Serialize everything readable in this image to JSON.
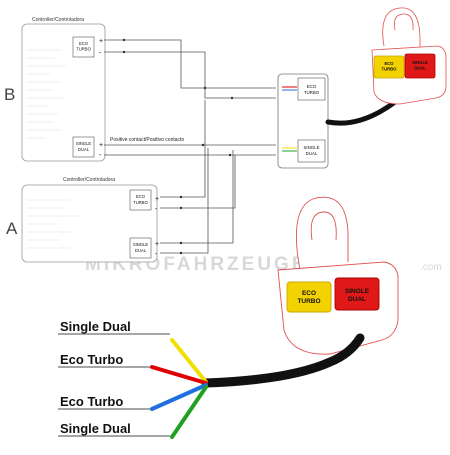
{
  "watermark": "MIKROFAHRZEUGE",
  "watermark_suffix": ".com",
  "controller_b": {
    "letter": "B",
    "title": "Controller/Controladora",
    "eco_turbo_label_1": "ECO",
    "eco_turbo_label_2": "TURBO",
    "single_dual_label_1": "SINGLE",
    "single_dual_label_2": "DUAL",
    "plus": "+",
    "minus": "-",
    "positive_contact": "Positive contact/Positivo contacto"
  },
  "controller_a": {
    "letter": "A",
    "title": "Controller/Controladora",
    "eco_turbo_label_1": "ECO",
    "eco_turbo_label_2": "TURBO",
    "single_dual_label_1": "SINGLE",
    "single_dual_label_2": "DUAL",
    "plus": "+",
    "minus": "-"
  },
  "switch_box": {
    "eco_turbo_1": "ECO",
    "eco_turbo_2": "TURBO",
    "single_dual_1": "SINGLE",
    "single_dual_2": "DUAL"
  },
  "small_switch": {
    "eco_turbo_1": "ECO",
    "eco_turbo_2": "TURBO",
    "single_dual_1": "SINGLE",
    "single_dual_2": "DUAL"
  },
  "large_switch": {
    "eco_turbo_1": "ECO",
    "eco_turbo_2": "TURBO",
    "single_dual_1": "SINGLE",
    "single_dual_2": "DUAL"
  },
  "wire_labels": [
    "Single Dual",
    "Eco Turbo",
    "Eco Turbo",
    "Single Dual"
  ],
  "colors": {
    "yellow_wire": "#f0e000",
    "red_wire": "#e00000",
    "blue_wire": "#1e6fe0",
    "green_wire": "#20a020",
    "switch_outline": "#e05050",
    "eco_button": "#f2d200",
    "single_button": "#e01818"
  }
}
